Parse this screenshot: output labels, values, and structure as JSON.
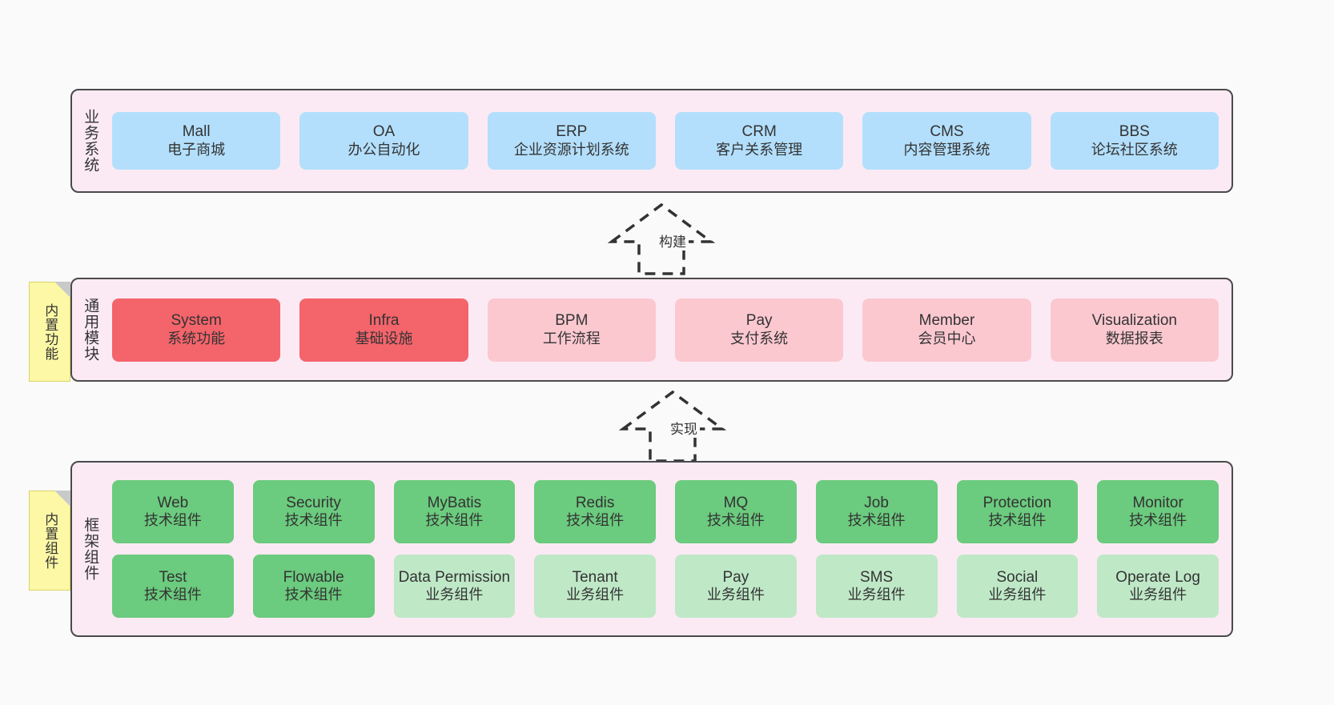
{
  "diagram": {
    "title_note_common": "内置功能",
    "title_note_framework": "内置组件",
    "arrows": [
      {
        "name": "build",
        "label": "构建"
      },
      {
        "name": "implement",
        "label": "实现"
      }
    ]
  },
  "colors": {
    "band_background": "#fbeaf4",
    "band_border": "#4a4a4a",
    "business_card": "#b3dffc",
    "module_core": "#f4646b",
    "module_optional": "#fbc8d0",
    "tech_component": "#6bcb7e",
    "biz_component": "#bfe8c7",
    "sticky_note": "#fcf8a5",
    "page_background": "#fafafa"
  },
  "layers": [
    {
      "id": "business",
      "label": "业务系统",
      "rows": [
        [
          {
            "en": "Mall",
            "cn": "电子商城",
            "color": "c-blue"
          },
          {
            "en": "OA",
            "cn": "办公自动化",
            "color": "c-blue"
          },
          {
            "en": "ERP",
            "cn": "企业资源计划系统",
            "color": "c-blue"
          },
          {
            "en": "CRM",
            "cn": "客户关系管理",
            "color": "c-blue"
          },
          {
            "en": "CMS",
            "cn": "内容管理系统",
            "color": "c-blue"
          },
          {
            "en": "BBS",
            "cn": "论坛社区系统",
            "color": "c-blue"
          }
        ]
      ]
    },
    {
      "id": "common",
      "label": "通用模块",
      "rows": [
        [
          {
            "en": "System",
            "cn": "系统功能",
            "color": "c-red"
          },
          {
            "en": "Infra",
            "cn": "基础设施",
            "color": "c-red"
          },
          {
            "en": "BPM",
            "cn": "工作流程",
            "color": "c-pink"
          },
          {
            "en": "Pay",
            "cn": "支付系统",
            "color": "c-pink"
          },
          {
            "en": "Member",
            "cn": "会员中心",
            "color": "c-pink"
          },
          {
            "en": "Visualization",
            "cn": "数据报表",
            "color": "c-pink"
          }
        ]
      ]
    },
    {
      "id": "framework",
      "label": "框架组件",
      "rows": [
        [
          {
            "en": "Web",
            "cn": "技术组件",
            "color": "c-green"
          },
          {
            "en": "Security",
            "cn": "技术组件",
            "color": "c-green"
          },
          {
            "en": "MyBatis",
            "cn": "技术组件",
            "color": "c-green"
          },
          {
            "en": "Redis",
            "cn": "技术组件",
            "color": "c-green"
          },
          {
            "en": "MQ",
            "cn": "技术组件",
            "color": "c-green"
          },
          {
            "en": "Job",
            "cn": "技术组件",
            "color": "c-green"
          },
          {
            "en": "Protection",
            "cn": "技术组件",
            "color": "c-green"
          },
          {
            "en": "Monitor",
            "cn": "技术组件",
            "color": "c-green"
          }
        ],
        [
          {
            "en": "Test",
            "cn": "技术组件",
            "color": "c-green"
          },
          {
            "en": "Flowable",
            "cn": "技术组件",
            "color": "c-green"
          },
          {
            "en": "Data Permission",
            "cn": "业务组件",
            "color": "c-lightgreen"
          },
          {
            "en": "Tenant",
            "cn": "业务组件",
            "color": "c-lightgreen"
          },
          {
            "en": "Pay",
            "cn": "业务组件",
            "color": "c-lightgreen"
          },
          {
            "en": "SMS",
            "cn": "业务组件",
            "color": "c-lightgreen"
          },
          {
            "en": "Social",
            "cn": "业务组件",
            "color": "c-lightgreen"
          },
          {
            "en": "Operate Log",
            "cn": "业务组件",
            "color": "c-lightgreen"
          }
        ]
      ]
    }
  ]
}
